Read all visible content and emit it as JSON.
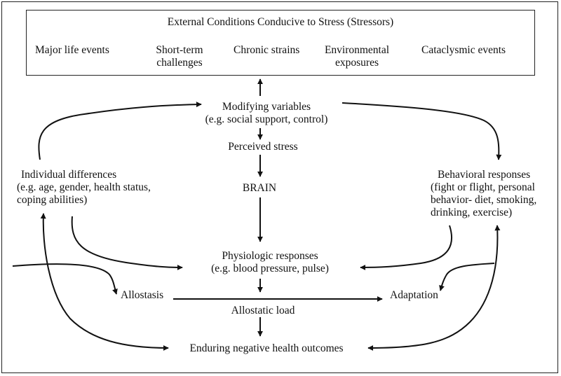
{
  "stressors": {
    "title": "External Conditions Conducive to Stress (Stressors)",
    "items": [
      {
        "line1": "Major life events",
        "line2": ""
      },
      {
        "line1": "Short-term",
        "line2": "challenges"
      },
      {
        "line1": "Chronic strains",
        "line2": ""
      },
      {
        "line1": "Environmental",
        "line2": "exposures"
      },
      {
        "line1": "Cataclysmic events",
        "line2": ""
      }
    ]
  },
  "nodes": {
    "modifying": {
      "line1": "Modifying variables",
      "line2": "(e.g. social support, control)"
    },
    "perceived": {
      "line1": "Perceived stress"
    },
    "brain": {
      "line1": "BRAIN"
    },
    "individual": {
      "line1": "Individual differences",
      "line2": "(e.g. age, gender, health status,",
      "line3": "coping abilities)"
    },
    "behavioral": {
      "line1": "Behavioral responses",
      "line2": "(fight or flight, personal",
      "line3": "behavior- diet, smoking,",
      "line4": "drinking, exercise)"
    },
    "physiologic": {
      "line1": "Physiologic responses",
      "line2": "(e.g. blood pressure, pulse)"
    },
    "allostasis": {
      "line1": "Allostasis"
    },
    "adaptation": {
      "line1": "Adaptation"
    },
    "allostatic_load": {
      "line1": "Allostatic load"
    },
    "outcomes": {
      "line1": "Enduring negative health outcomes"
    }
  }
}
